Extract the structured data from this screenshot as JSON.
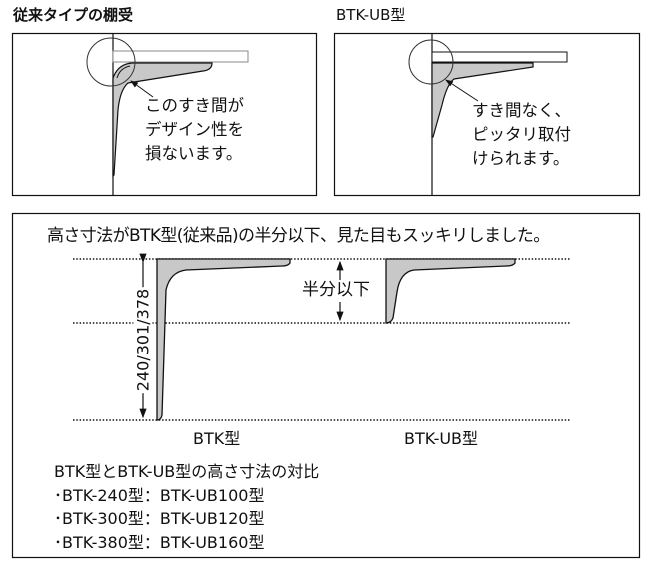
{
  "left_panel": {
    "title": "従来タイプの棚受",
    "note_lines": [
      "このすき間が",
      "デザイン性を",
      "損ないます。"
    ]
  },
  "right_panel": {
    "title": "BTK-UB型",
    "note_lines": [
      "すき間なく、",
      "ピッタリ取付",
      "けられます。"
    ]
  },
  "comparison": {
    "headline": "高さ寸法がBTK型(従来品)の半分以下、見た目もスッキリしました。",
    "height_dimension": "240/301/378",
    "half_label": "半分以下",
    "btk_label": "BTK型",
    "ub_label": "BTK-UB型",
    "list_title": "BTK型とBTK-UB型の高さ寸法の対比",
    "list_items": [
      "･BTK-240型：BTK-UB100型",
      "･BTK-300型：BTK-UB120型",
      "･BTK-380型：BTK-UB160型"
    ]
  },
  "colors": {
    "bracket_fill": "#c8c8c8",
    "line": "#111111"
  }
}
